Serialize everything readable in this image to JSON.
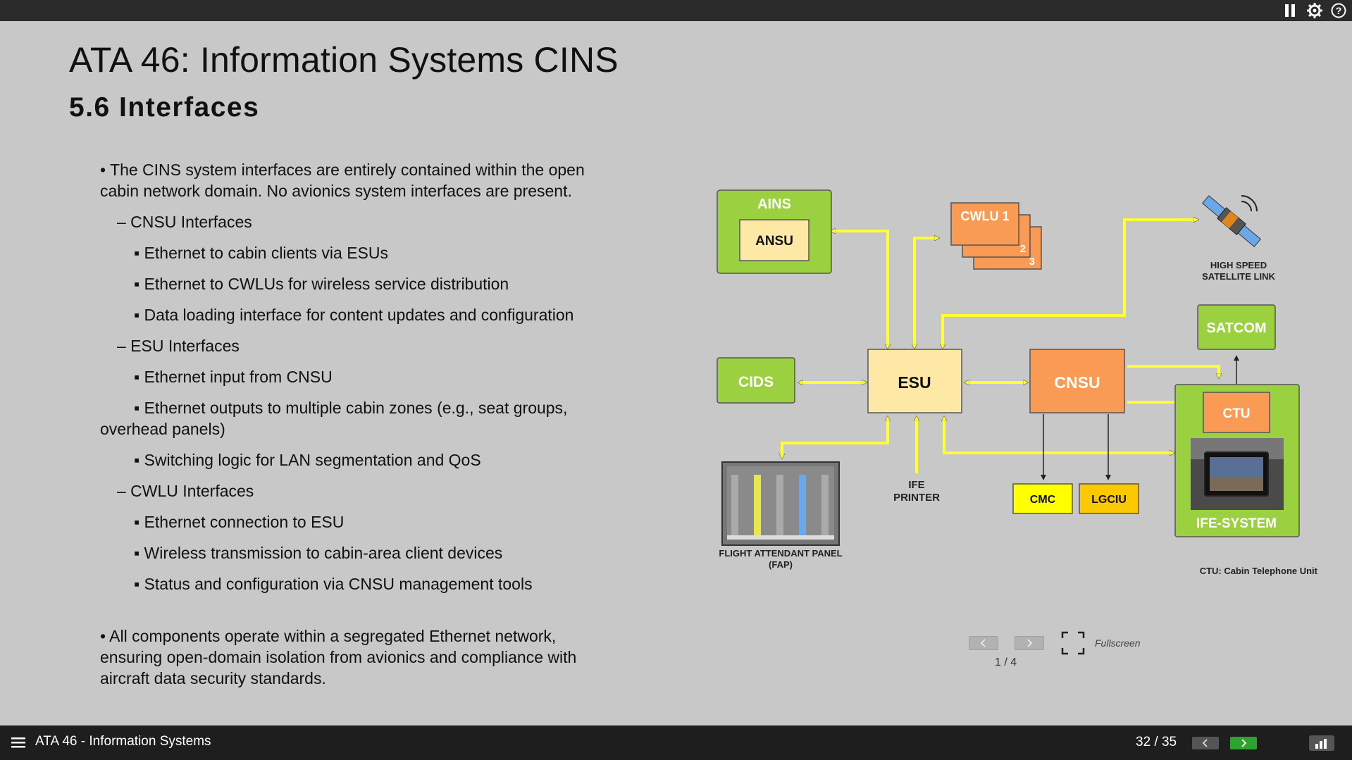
{
  "slide": {
    "title": "ATA 46: Information Systems CINS",
    "subtitle": "5.6 Interfaces",
    "bullets": [
      "• The CINS system interfaces are entirely contained within the open cabin network domain. No avionics system interfaces are present.",
      "– CNSU Interfaces",
      "▪ Ethernet to cabin clients via ESUs",
      "▪ Ethernet to CWLUs for wireless service distribution",
      "▪ Data loading interface for content updates and configuration",
      "– ESU Interfaces",
      "▪ Ethernet input from CNSU",
      "▪ Ethernet outputs to multiple cabin zones (e.g., seat groups, overhead panels)",
      "▪ Switching logic for LAN segmentation and QoS",
      "– CWLU Interfaces",
      "▪ Ethernet connection to ESU",
      "▪ Wireless transmission to cabin-area client devices",
      "▪ Status and configuration via CNSU management tools",
      "• All components operate within a segregated Ethernet network, ensuring open-domain isolation from avionics and compliance with aircraft data security standards."
    ]
  },
  "diagram": {
    "ains": "AINS",
    "ansu": "ANSU",
    "cwlu1": "CWLU 1",
    "cwlu2": "2",
    "cwlu3": "3",
    "satellite_line1": "HIGH SPEED",
    "satellite_line2": "SATELLITE LINK",
    "satcom": "SATCOM",
    "cids": "CIDS",
    "esu": "ESU",
    "cnsu": "CNSU",
    "ctu": "CTU",
    "ife_system": "IFE-SYSTEM",
    "cmc": "CMC",
    "lgciu": "LGCIU",
    "ife_printer_line1": "IFE",
    "ife_printer_line2": "PRINTER",
    "fap_line1": "FLIGHT ATTENDANT PANEL",
    "fap_line2": "(FAP)",
    "ctu_note": "CTU: Cabin Telephone Unit",
    "colors": {
      "green": "#9bd140",
      "orange": "#f99a55",
      "cream": "#fde8a6",
      "yellow": "#ffff00",
      "gold": "#fcc800",
      "connector": "#ffff33"
    }
  },
  "carousel": {
    "page": "1 / 4",
    "fullscreen_label": "Fullscreen"
  },
  "player": {
    "course_title": "ATA 46 - Information Systems",
    "slide_counter": "32 / 35"
  }
}
